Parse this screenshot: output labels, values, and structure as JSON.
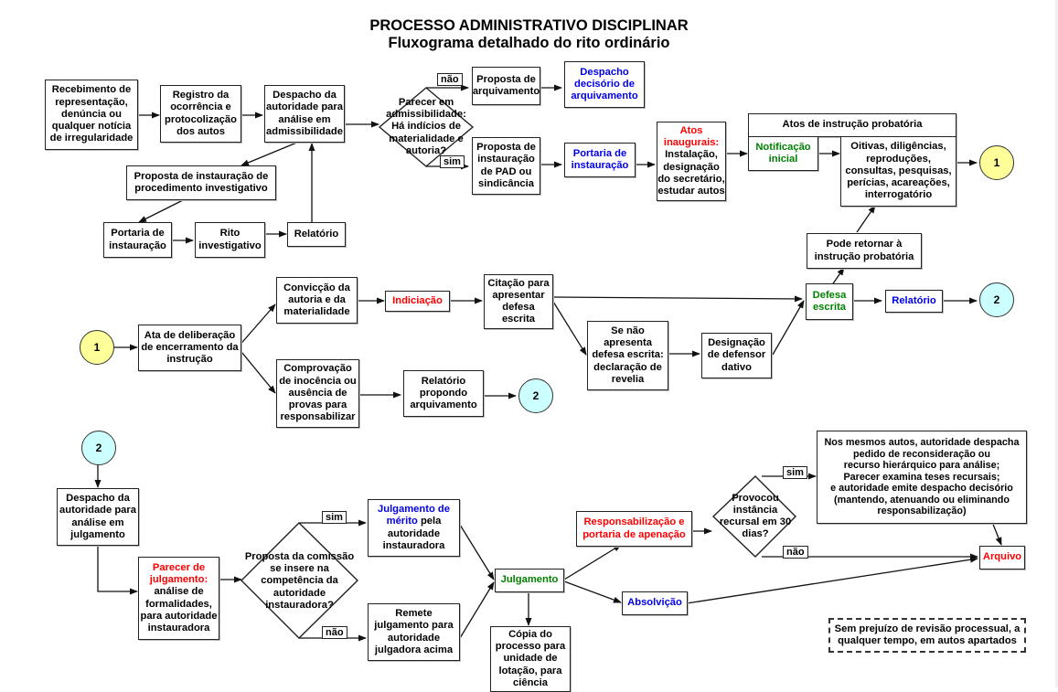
{
  "title": {
    "line1": "PROCESSO ADMINISTRATIVO DISCIPLINAR",
    "line2": "Fluxograma detalhado do rito ordinário"
  },
  "colors": {
    "red": "#ff0000",
    "blue": "#0000ee",
    "green": "#008000",
    "connector_1": "#ffff99",
    "connector_2": "#ccffff"
  },
  "section1": {
    "recebimento": "Recebimento de representação, denúncia ou qualquer notícia de irregularidade",
    "registro": "Registro da ocorrência e protocolização dos autos",
    "despacho_admissibilidade": "Despacho da autoridade para análise em admissibilidade",
    "decision": "Parecer em admissibilidade: Há indícios de materialidade e autoria?",
    "label_nao": "não",
    "label_sim": "sim",
    "proposta_arquivamento": "Proposta de arquivamento",
    "despacho_arquivamento": "Despacho decisório de arquivamento",
    "proposta_pad": "Proposta de instauração de PAD ou sindicância",
    "portaria_instauracao": "Portaria de instauração",
    "atos_inaugurais_title": "Atos inaugurais:",
    "atos_inaugurais_body": "Instalação, designação do secretário, estudar autos",
    "atos_instrucao_header": "Atos de instrução probatória",
    "notificacao": "Notificação inicial",
    "oitivas": "Oitivas, diligências, reproduções, consultas, pesquisas, perícias, acareações, interrogatório",
    "connector": "1",
    "proposta_investigativo": "Proposta de instauração de procedimento investigativo",
    "portaria_investigativo": "Portaria de instauração",
    "rito_investigativo": "Rito investigativo",
    "relatorio_investigativo": "Relatório"
  },
  "section2": {
    "connector_in": "1",
    "ata_deliberacao": "Ata de deliberação de encerramento da instrução",
    "conviccao": "Convicção da autoria e da materialidade",
    "indiciacao": "Indiciação",
    "citacao": "Citação para apresentar defesa escrita",
    "revelia": "Se não apresenta defesa escrita: declaração de revelia",
    "defensor_dativo": "Designação de defensor dativo",
    "defesa_escrita": "Defesa escrita",
    "pode_retornar": "Pode retornar à instrução probatória",
    "relatorio": "Relatório",
    "connector_out_a": "2",
    "comprovacao": "Comprovação de inocência ou ausência de provas para responsabilizar",
    "relatorio_arquivamento": "Relatório propondo arquivamento",
    "connector_out_b": "2"
  },
  "section3": {
    "connector_in": "2",
    "despacho_julgamento": "Despacho da autoridade para análise em julgamento",
    "parecer_title": "Parecer de julgamento:",
    "parecer_body": "análise de formalidades, para autoridade instauradora",
    "decision": "Proposta da comissão se insere na competência da autoridade instauradora?",
    "label_sim": "sim",
    "label_nao": "não",
    "julgamento_merito_title": "Julgamento de mérito",
    "julgamento_merito_body": "pela autoridade instauradora",
    "remete": "Remete julgamento para autoridade julgadora acima",
    "julgamento": "Julgamento",
    "copia": "Cópia do processo para unidade de lotação, para ciência",
    "responsabilizacao": "Responsabilização e portaria de apenação",
    "absolvicao": "Absolvição",
    "recurso_decision": "Provocou instância recursal em 30 dias?",
    "recurso_sim": "sim",
    "recurso_nao": "não",
    "recurso_box": [
      "Nos mesmos autos, autoridade despacha",
      "pedido de reconsideração ou",
      "recurso hierárquico para análise;",
      "Parecer examina teses recursais;",
      "e autoridade emite despacho decisório",
      "(mantendo, atenuando ou eliminando",
      "responsabilização)"
    ],
    "arquivo": "Arquivo",
    "note": "Sem prejuízo de revisão processual, a qualquer tempo, em autos apartados"
  }
}
